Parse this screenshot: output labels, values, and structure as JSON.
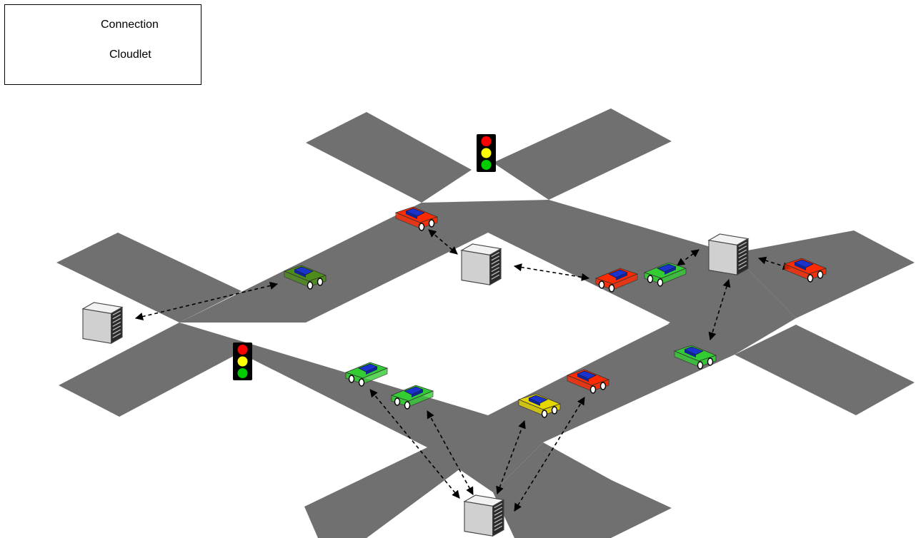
{
  "legend": {
    "connection_label": "Connection",
    "cloudlet_label": "Cloudlet"
  },
  "colors": {
    "road": "#707070",
    "car_red": "#ff2a00",
    "car_green": "#33cc33",
    "car_olive": "#4d8c1a",
    "car_yellow": "#e6d600",
    "windshield": "#1a33cc",
    "cloudlet_body": "#d0d0d0",
    "light_red": "#ff0000",
    "light_yellow": "#ffff00",
    "light_green": "#00cc00"
  },
  "nodes": {
    "cars": [
      {
        "id": "car-1",
        "color": "car_red"
      },
      {
        "id": "car-2",
        "color": "car_olive"
      },
      {
        "id": "car-3",
        "color": "car_red"
      },
      {
        "id": "car-4",
        "color": "car_green"
      },
      {
        "id": "car-5",
        "color": "car_red"
      },
      {
        "id": "car-6",
        "color": "car_green"
      },
      {
        "id": "car-7",
        "color": "car_green"
      },
      {
        "id": "car-8",
        "color": "car_green"
      },
      {
        "id": "car-9",
        "color": "car_yellow"
      },
      {
        "id": "car-10",
        "color": "car_red"
      }
    ],
    "cloudlets": [
      "cloudlet-left",
      "cloudlet-center",
      "cloudlet-right",
      "cloudlet-bottom"
    ],
    "traffic_lights": [
      "traffic-light-top",
      "traffic-light-left"
    ]
  },
  "edges": [
    {
      "from": "cloudlet-left",
      "to": "car-2"
    },
    {
      "from": "cloudlet-center",
      "to": "car-1"
    },
    {
      "from": "cloudlet-center",
      "to": "car-3"
    },
    {
      "from": "cloudlet-right",
      "to": "car-4"
    },
    {
      "from": "cloudlet-right",
      "to": "car-5"
    },
    {
      "from": "cloudlet-right",
      "to": "car-6"
    },
    {
      "from": "cloudlet-bottom",
      "to": "car-7"
    },
    {
      "from": "cloudlet-bottom",
      "to": "car-8"
    },
    {
      "from": "cloudlet-bottom",
      "to": "car-9"
    },
    {
      "from": "cloudlet-bottom",
      "to": "car-10"
    }
  ]
}
